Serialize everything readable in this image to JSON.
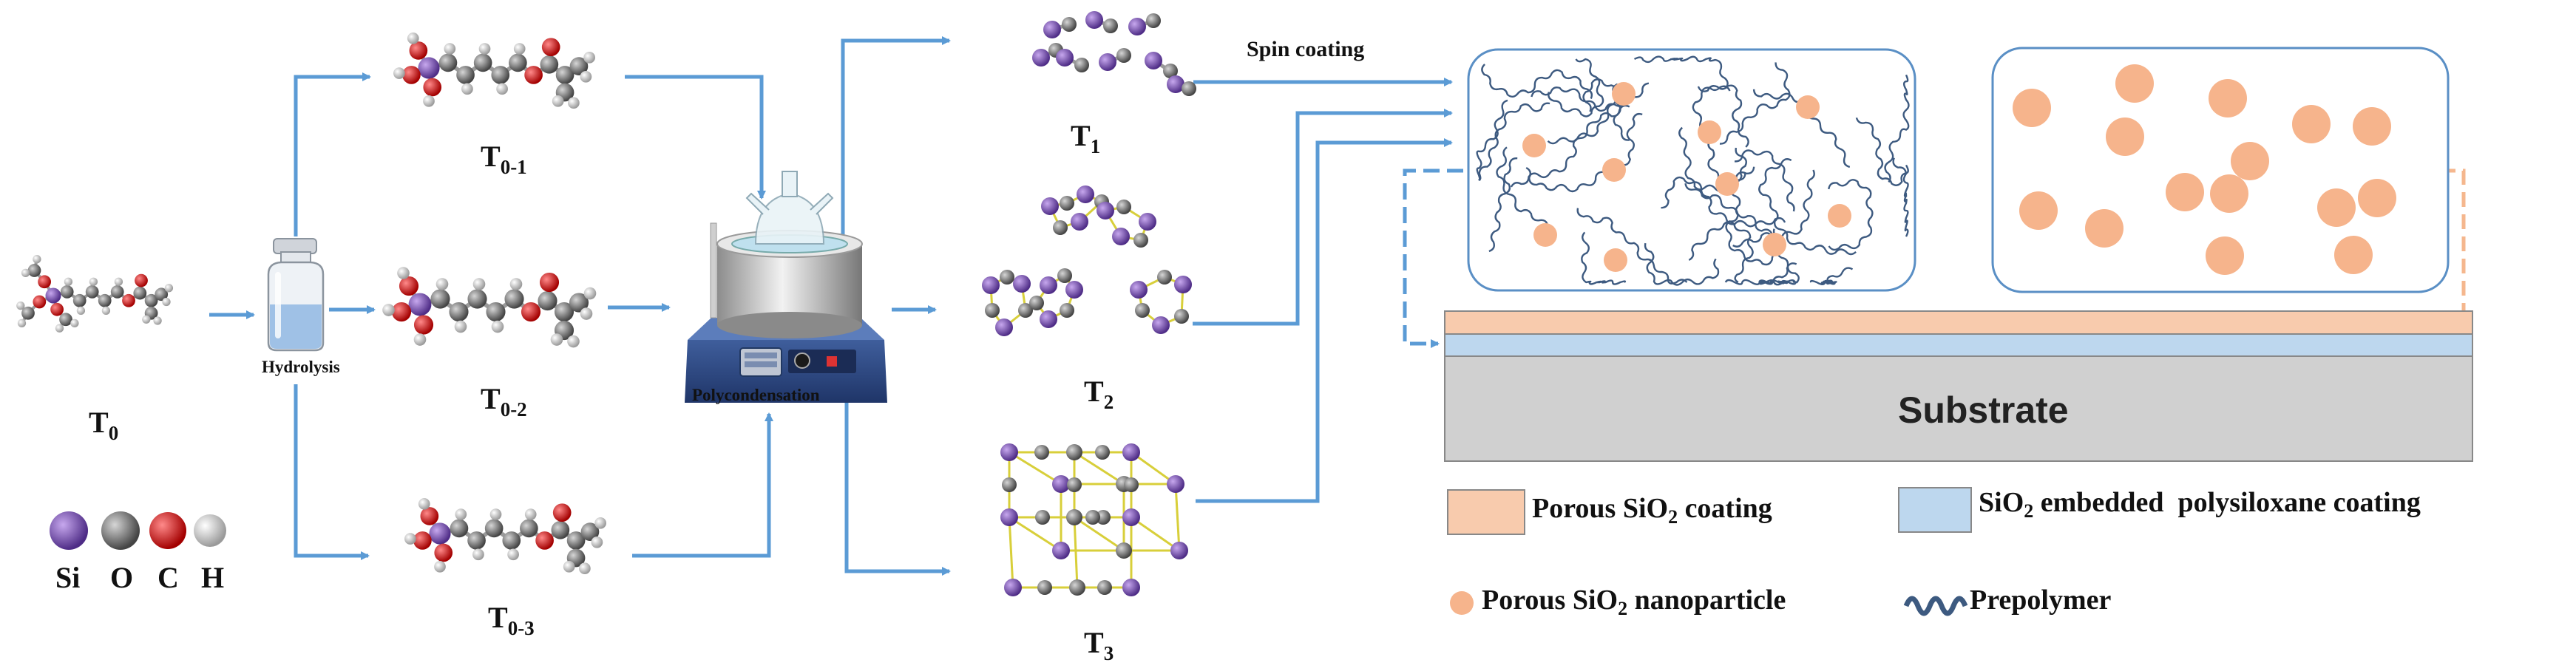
{
  "molecules": {
    "t0": {
      "base": "T",
      "sub": "0"
    },
    "t01": {
      "base": "T",
      "sub": "0-1"
    },
    "t02": {
      "base": "T",
      "sub": "0-2"
    },
    "t03": {
      "base": "T",
      "sub": "0-3"
    },
    "t1": {
      "base": "T",
      "sub": "1"
    },
    "t2": {
      "base": "T",
      "sub": "2"
    },
    "t3": {
      "base": "T",
      "sub": "3"
    }
  },
  "steps": {
    "hydrolysis": "Hydrolysis",
    "polycondensation": "Polycondensation",
    "spin_coating": "Spin coating"
  },
  "elements": [
    "Si",
    "O",
    "C",
    "H"
  ],
  "substrate_label": "Substrate",
  "legend": {
    "porous_coating": {
      "pre": "Porous SiO",
      "sub": "2",
      "post": " coating"
    },
    "embedded_coating": {
      "pre": "SiO",
      "sub": "2",
      "post": " embedded  polysiloxane coating"
    },
    "nanoparticle": {
      "pre": "Porous SiO",
      "sub": "2",
      "post": " nanoparticle"
    },
    "prepolymer": "Prepolymer"
  },
  "colors": {
    "arrow": "#5b9bd5",
    "silicon": "#7b4fb3",
    "oxygen": "#dd2222",
    "carbon": "#8a8a8a",
    "hydrogen": "#e6e6e6",
    "nanoparticle": "#f6b48c",
    "porous_layer": "#f8cbad",
    "embedded_layer": "#bdd7ee",
    "substrate": "#d0d0d0",
    "chain": "#3d5a80",
    "bond": "#d8cf3a"
  }
}
